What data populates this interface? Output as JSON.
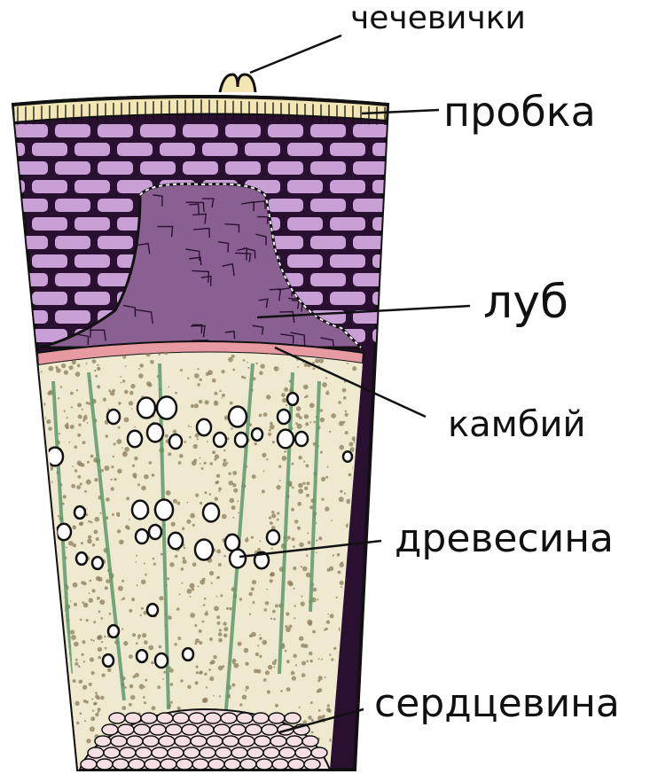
{
  "labels": {
    "lenticels": "чечевички",
    "cork": "пробка",
    "bast": "луб",
    "cambium": "камбий",
    "wood": "древесина",
    "pith": "сердцевина"
  },
  "colors": {
    "cork": "#f1e6b4",
    "bark_bg": "#2a1030",
    "bark_cells": "#c9a0d6",
    "bast": "#8a5f92",
    "cambium": "#e89aa3",
    "wood_base": "#efe9cf",
    "wood_speckle": "#8c7c5c",
    "rays": "#5c9a6c",
    "pith": "#f4dfe2",
    "outline": "#111111"
  }
}
